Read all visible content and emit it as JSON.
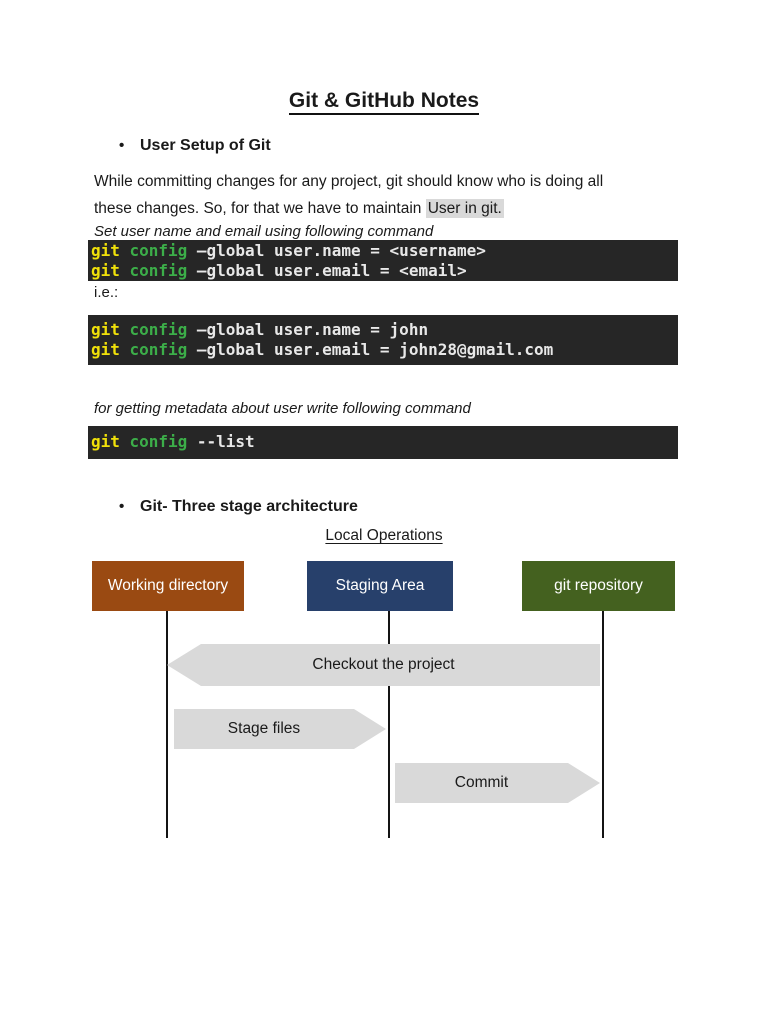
{
  "colors": {
    "code_bg": "#262626",
    "code_cmd_yellow": "#f0e10a",
    "code_sub_green": "#3cae49",
    "code_text": "#e8e8e8",
    "highlight_gray": "#d9d9d9",
    "arrow_gray": "#d9d9d9",
    "box_brown": "#9a4a12",
    "box_navy": "#27406b",
    "box_green": "#44611f"
  },
  "doc": {
    "title": "Git & GitHub Notes",
    "bullet_glyph": "•"
  },
  "section_user_setup": {
    "heading": "User Setup of Git",
    "para_line1": "While committing changes for any project, git should know who is doing all",
    "para_line2_pre": "these changes. So, for that we have to maintain ",
    "para_line2_highlight": "User in git.",
    "caption_set_user": "Set user name and email using following command",
    "code_block_1": {
      "lines": [
        {
          "cmd": "git",
          "sub": "config",
          "rest": "–global user.name = <username>"
        },
        {
          "cmd": "git",
          "sub": "config",
          "rest": "–global user.email = <email>"
        }
      ]
    },
    "ie_label": "i.e.:",
    "code_block_2": {
      "lines": [
        {
          "cmd": "git",
          "sub": "config",
          "rest": "–global user.name = john"
        },
        {
          "cmd": "git",
          "sub": "config",
          "rest": "–global user.email = john28@gmail.com"
        }
      ]
    },
    "caption_metadata": "for getting metadata about user write following command",
    "code_block_3": {
      "lines": [
        {
          "cmd": "git",
          "sub": "config",
          "rest": "--list"
        }
      ]
    }
  },
  "section_three_stage": {
    "heading": "Git- Three stage architecture",
    "diagram": {
      "subtitle": "Local Operations",
      "boxes": [
        {
          "label": "Working directory",
          "color": "#9a4a12"
        },
        {
          "label": "Staging Area",
          "color": "#27406b"
        },
        {
          "label": "git repository",
          "color": "#44611f"
        }
      ],
      "arrows": [
        {
          "label": "Checkout the project",
          "direction": "left"
        },
        {
          "label": "Stage files",
          "direction": "right"
        },
        {
          "label": "Commit",
          "direction": "right"
        }
      ]
    }
  }
}
